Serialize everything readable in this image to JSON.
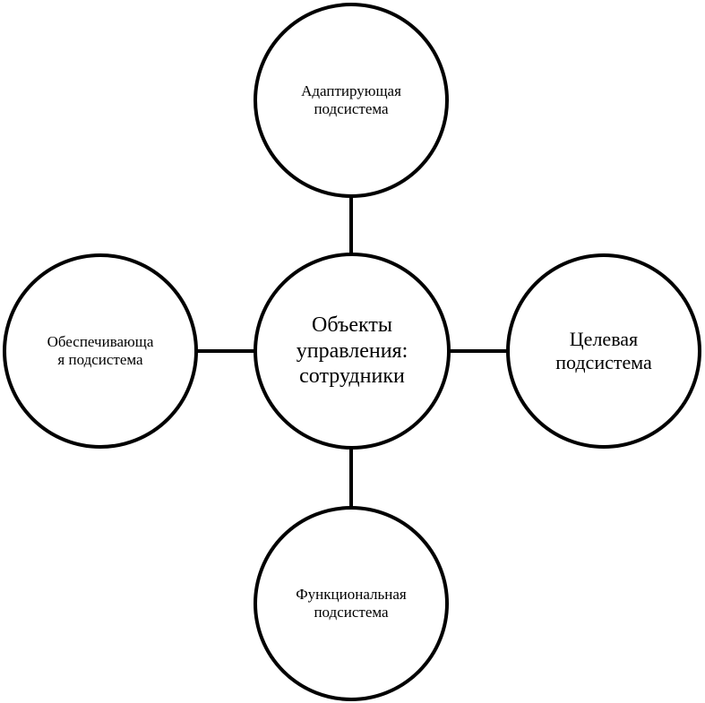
{
  "diagram": {
    "center": {
      "label": "Объекты\nуправления:\nсотрудники"
    },
    "top": {
      "label": "Адаптирующая\nподсистема"
    },
    "left": {
      "label": "Обеспечивающа\nя подсистема"
    },
    "right": {
      "label": "Целевая\nподсистема"
    },
    "bottom": {
      "label": "Функциональная\nподсистема"
    }
  },
  "colors": {
    "stroke": "#000000",
    "fill": "#ffffff"
  }
}
